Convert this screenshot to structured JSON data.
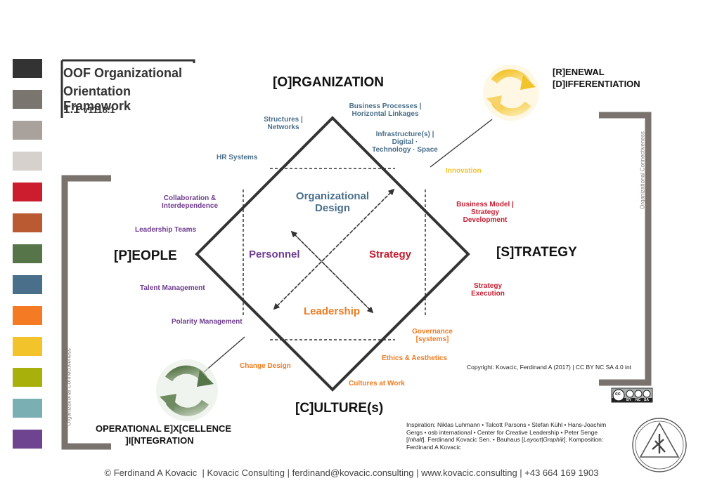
{
  "title": {
    "line1": "OOF Organizational",
    "line2": "Orientation Framework",
    "version_major": "1.1",
    "version_minor": "v1118.1"
  },
  "palette": [
    "#333333",
    "#7b7570",
    "#a8a19c",
    "#d6d1cc",
    "#cc1d2f",
    "#b95a32",
    "#567548",
    "#4a6f8b",
    "#f47a23",
    "#f3c32c",
    "#a8b00c",
    "#7aafb3",
    "#6e4390"
  ],
  "colors": {
    "organization": "#4a6f8b",
    "people": "#6e3d8e",
    "strategy": "#c41e31",
    "culture": "#f07b21",
    "renewal": "#f3c32c",
    "excellence": "#567548",
    "bracket": "#79726d"
  },
  "poles": {
    "organization": "[O]RGANIZATION",
    "people": "[P]EOPLE",
    "strategy": "[S]TRATEGY",
    "culture": "[C]ULTURE(s)"
  },
  "corners": {
    "renewal_line1": "[R]ENEWAL",
    "renewal_line2": "[D]IFFERENTIATION",
    "excellence_line1": "OPERATIONAL E]X[CELLENCE",
    "excellence_line2": "]I[NTEGRATION"
  },
  "quadrants": {
    "organizational_design_line1": "Organizational",
    "organizational_design_line2": "Design",
    "personnel": "Personnel",
    "strategy": "Strategy",
    "leadership": "Leadership"
  },
  "org_items": {
    "structures_1": "Structures |",
    "structures_2": "Networks",
    "processes_1": "Business Processes |",
    "processes_2": "Horizontal Linkages",
    "infra_1": "Infrastructure(s) |",
    "infra_2": "Digital ·",
    "infra_3": "Technology · Space",
    "hr": "HR Systems"
  },
  "people_items": {
    "collab_1": "Collaboration &",
    "collab_2": "Interdependence",
    "teams": "Leadership Teams",
    "talent": "Talent Management",
    "polarity": "Polarity Management"
  },
  "strategy_items": {
    "innovation": "Innovation",
    "model_1": "Business Model |",
    "model_2": "Strategy",
    "model_3": "Development",
    "execution_1": "Strategy",
    "execution_2": "Execution"
  },
  "culture_items": {
    "governance_1": "Governance",
    "governance_2": "[systems]",
    "ethics": "Ethics & Aesthetics",
    "cultures": "Cultures at Work",
    "change": "Change Design"
  },
  "bracket_label": "Organizational Connectiveness",
  "copyright": "Copyright: Kovacic, Ferdinand A (2017) | CC BY NC SA 4.0 int",
  "cc_badge": {
    "cc": "cc",
    "by": "BY",
    "nc": "NC",
    "sa": "SA"
  },
  "inspiration": {
    "line1": "Inspiration: Niklas Luhmann • Talcott Parsons • Stefan Kühl • Hans-Joachim",
    "line2": "Gergs • osb international • Center for Creative Leadership • Peter Senge",
    "line3_a": "[",
    "line3_b": "Inhalt",
    "line3_c": "]. Ferdinand Kovacic Sen. • Bauhaus [",
    "line3_d": "Layout|Graphik",
    "line3_e": "]. Komposition:",
    "line4": "Ferdinand A Kovacic"
  },
  "footer": "© Ferdinand A Kovacic  | Kovacic Consulting | ferdinand@kovacic.consulting | www.kovacic.consulting | +43 664 169 1903"
}
